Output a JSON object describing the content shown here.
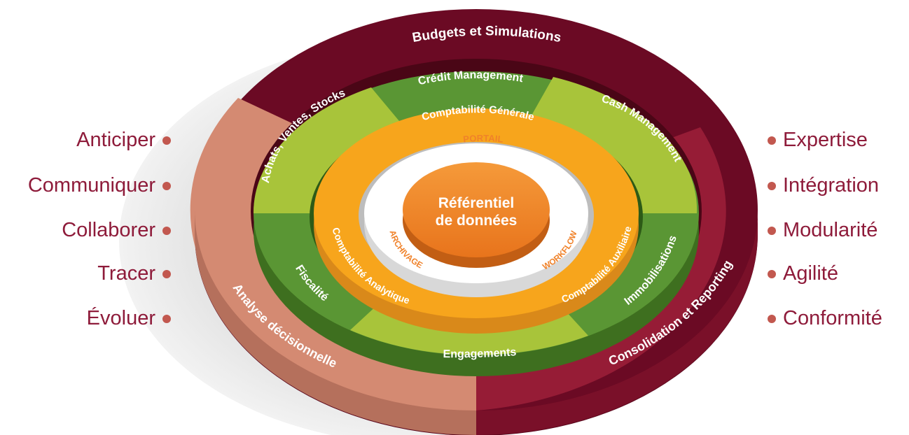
{
  "diagram": {
    "outer_ring": {
      "budgets": "Budgets et Simulations",
      "consolidation": "Consolidation et Reporting",
      "analyse": "Analyse décisionnelle"
    },
    "green_ring": {
      "credit": "Crédit Management",
      "cash": "Cash Management",
      "immobilisations": "Immobilisations",
      "engagements": "Engagements",
      "fiscalite": "Fiscalité",
      "achats": "Achats, Ventes, Stocks"
    },
    "orange_ring": {
      "generale": "Comptabilité Générale",
      "auxiliaire": "Comptabilité Auxiliaire",
      "analytique": "Comptabilité Analytique"
    },
    "white_ring": {
      "portail": "PORTAIL",
      "workflow": "WORKFLOW",
      "archivage": "ARCHIVAGE"
    },
    "center": {
      "line1": "Référentiel",
      "line2": "de données"
    }
  },
  "left_list": [
    "Anticiper",
    "Communiquer",
    "Collaborer",
    "Tracer",
    "Évoluer"
  ],
  "right_list": [
    "Expertise",
    "Intégration",
    "Modularité",
    "Agilité",
    "Conformité"
  ],
  "colors": {
    "maroon": "#6b0a24",
    "crimson": "#961c36",
    "salmon": "#d48a72",
    "green": "#5a9634",
    "lime": "#a8c43a",
    "orange": "#f7a51c",
    "center": "#f0822a",
    "text": "#8e1b3a"
  }
}
